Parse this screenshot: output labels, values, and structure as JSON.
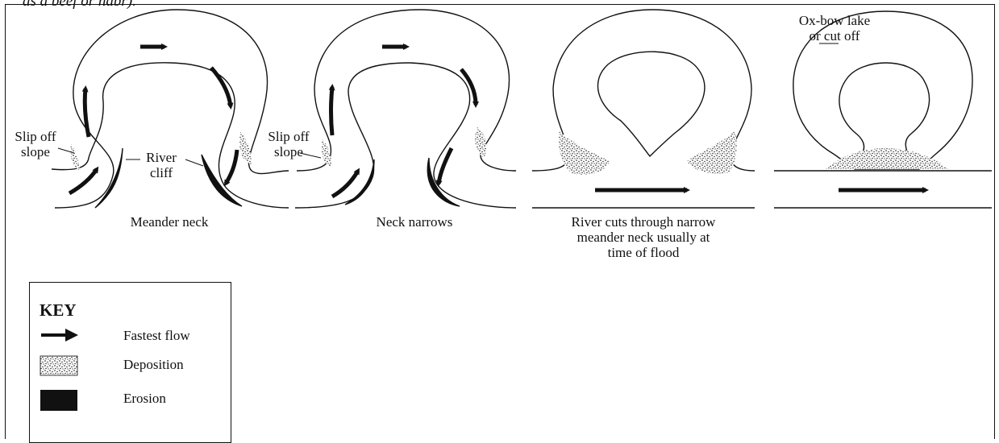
{
  "top_caption": "as a beef or nabr).",
  "stages": [
    {
      "caption": "Meander neck"
    },
    {
      "caption": "Neck narrows"
    },
    {
      "caption_lines": [
        "River cuts through narrow",
        "meander neck usually at",
        "time of flood"
      ]
    },
    {
      "caption": ""
    }
  ],
  "labels": {
    "slip_off_1": [
      "Slip off",
      "slope"
    ],
    "river_cliff": [
      "River",
      "cliff"
    ],
    "slip_off_2": [
      "Slip off",
      "slope"
    ],
    "oxbow": [
      "Ox-bow lake",
      "or cut off"
    ]
  },
  "key": {
    "title": "KEY",
    "items": [
      {
        "label": "Fastest flow",
        "symbol": "arrow"
      },
      {
        "label": "Deposition",
        "symbol": "stipple"
      },
      {
        "label": "Erosion",
        "symbol": "solid"
      }
    ]
  },
  "colors": {
    "ink": "#111111",
    "paper": "#ffffff"
  }
}
